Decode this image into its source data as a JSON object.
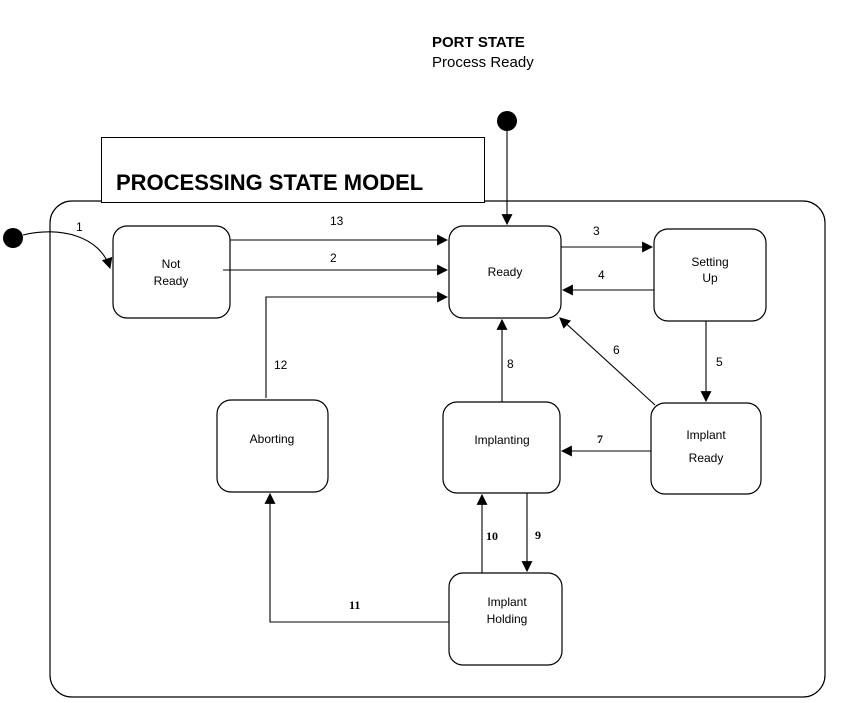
{
  "port_state": {
    "title": "PORT STATE",
    "subtitle": "Process Ready"
  },
  "model_title": "PROCESSING STATE MODEL",
  "states": {
    "not_ready": [
      "Not",
      "Ready"
    ],
    "ready": [
      "Ready"
    ],
    "setting_up": [
      "Setting",
      "Up"
    ],
    "aborting": [
      "Aborting"
    ],
    "implanting": [
      "Implanting"
    ],
    "implant_ready": [
      "Implant",
      "Ready"
    ],
    "implant_holding": [
      "Implant",
      "Holding"
    ]
  },
  "transitions": {
    "t1": "1",
    "t2": "2",
    "t3": "3",
    "t4": "4",
    "t5": "5",
    "t6": "6",
    "t7": "7",
    "t8": "8",
    "t9": "9",
    "t10": "10",
    "t11": "11",
    "t12": "12",
    "t13": "13"
  }
}
